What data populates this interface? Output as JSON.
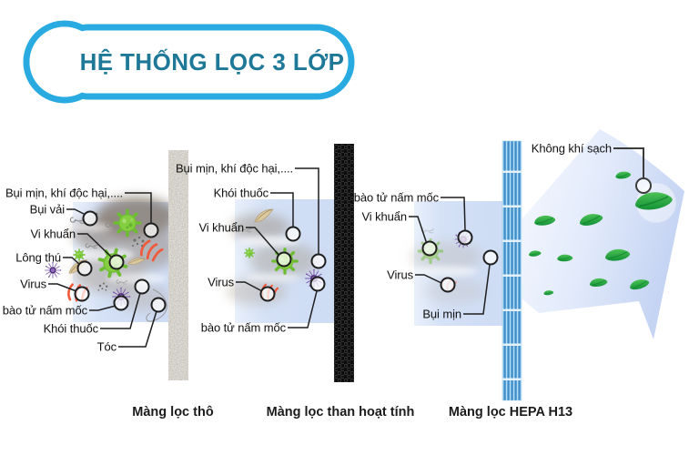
{
  "title": "HỆ THỐNG LỌC 3 LỚP",
  "stage_labels": [
    "Màng lọc thô",
    "Màng lọc than hoạt tính",
    "Màng lọc HEPA H13"
  ],
  "callouts": {
    "s1": [
      "Bụi mịn, khí độc hại,....",
      "Bụi vải",
      "Vi khuẩn",
      "Lông thú",
      "Virus",
      "bào tử nấm mốc",
      "Khói thuốc",
      "Tóc"
    ],
    "s2": [
      "Bụi mịn, khí độc hại,....",
      "Khói thuốc",
      "Vi khuẩn",
      "Virus",
      "bào tử nấm mốc"
    ],
    "s3": [
      "bào tử nấm mốc",
      "Vi khuẩn",
      "Virus",
      "Bụi mịn"
    ],
    "clean_air": "Không khí sạch"
  },
  "icons": {
    "bacteria": "green-spiked-cell",
    "virus": "purple-starburst",
    "mold_spore": "dark-purple-starburst",
    "fur": "orange-strand-cluster",
    "feather": "tan-feather",
    "dust": "gray-dot-cluster",
    "hair": "thin-gray-curve",
    "leaf": "green-leaf",
    "smoke": "gray-brown-haze"
  },
  "colors": {
    "badge_border": "#29abe2",
    "badge_text": "#1e7897",
    "air_band": "#d2dff5",
    "hepa_blue": "#5fa8dc",
    "carbon_black": "#0a0a0a",
    "leaf_green": "#2fae45",
    "label_text": "#101010"
  }
}
